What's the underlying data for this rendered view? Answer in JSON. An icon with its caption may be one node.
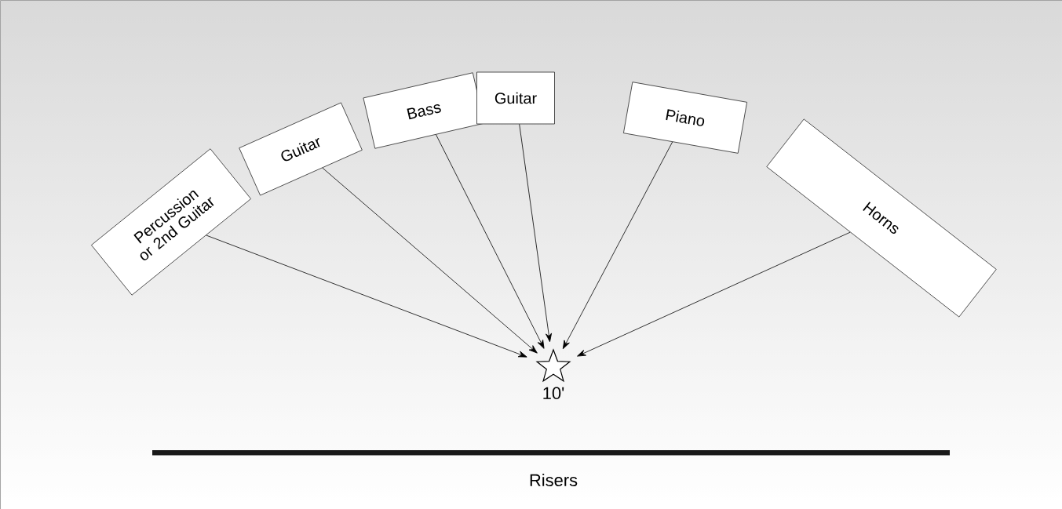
{
  "diagram": {
    "nodes": [
      {
        "text": [
          "Percussion or 2nd Guitar"
        ]
      },
      {
        "text": [
          "Guitar"
        ]
      },
      {
        "text": [
          "Bass"
        ]
      },
      {
        "text": [
          "Guitar"
        ]
      },
      {
        "text": [
          "Piano"
        ]
      },
      {
        "text": [
          "Horns"
        ]
      },
      {
        "text": [],
        "shape": "star",
        "beside": [
          "10'"
        ]
      }
    ],
    "edges": [
      {
        "from": 0,
        "to": 6,
        "arrow": "to"
      },
      {
        "from": 1,
        "to": 6,
        "arrow": "to"
      },
      {
        "from": 2,
        "to": 6,
        "arrow": "to"
      },
      {
        "from": 3,
        "to": 6,
        "arrow": "to"
      },
      {
        "from": 4,
        "to": 6,
        "arrow": "to"
      },
      {
        "from": 5,
        "to": 6,
        "arrow": "to"
      }
    ],
    "labels": [
      "Risers"
    ]
  }
}
